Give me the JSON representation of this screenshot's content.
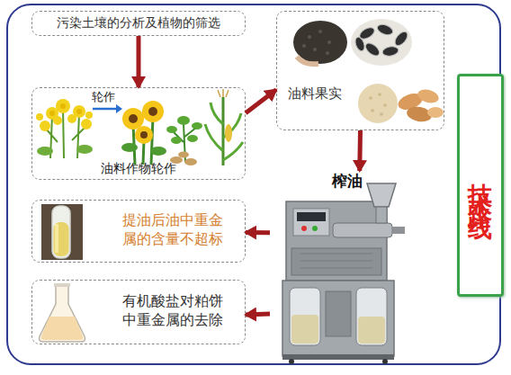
{
  "diagram": {
    "nodes": [
      {
        "text": [
          "污染土壤的分析及植物的筛选"
        ]
      },
      {
        "text": [
          "油料作物轮作"
        ]
      },
      {
        "text": [
          "油料果实"
        ]
      },
      {
        "text": [
          "榨油"
        ]
      },
      {
        "text": [
          "提油后油中重金属的含量不超标"
        ]
      },
      {
        "text": [
          "有机酸盐对粕饼中重金属的去除"
        ]
      },
      {
        "text": [
          "技术路线"
        ]
      }
    ],
    "edges": [
      {
        "from": 0,
        "to": 1,
        "arrow": "to"
      },
      {
        "from": 1,
        "to": 2,
        "arrow": "to"
      },
      {
        "from": 2,
        "to": 3,
        "arrow": "to"
      },
      {
        "from": 3,
        "to": 4,
        "arrow": "to"
      },
      {
        "from": 3,
        "to": 5,
        "arrow": "to"
      }
    ],
    "labels": [
      "轮作"
    ]
  }
}
